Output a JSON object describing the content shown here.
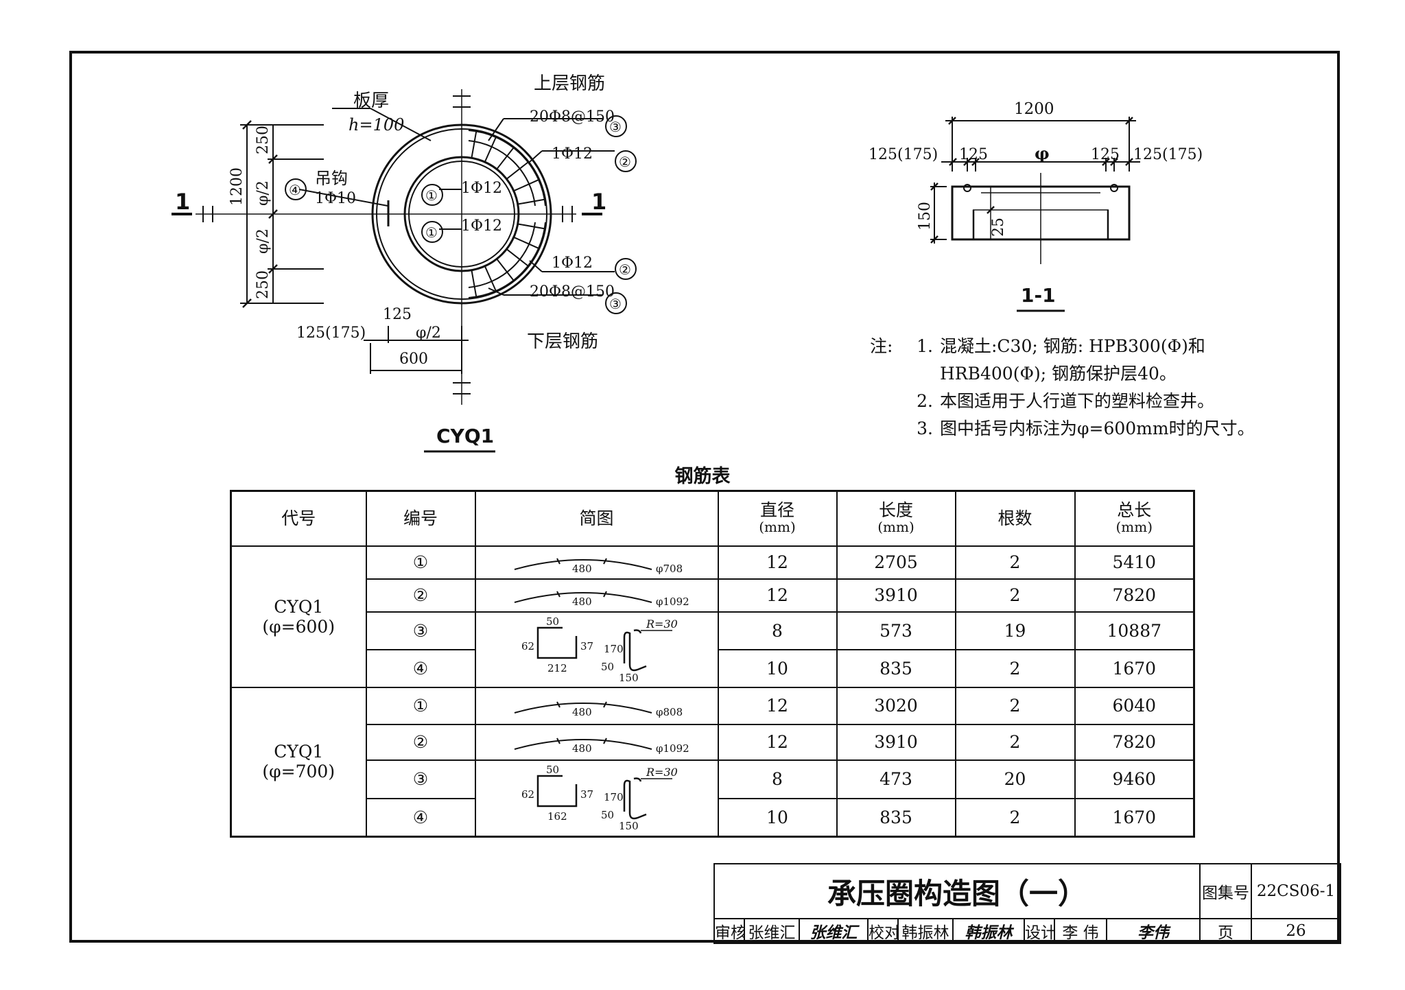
{
  "plan": {
    "dim_1200": "1200",
    "dim_250_top": "250",
    "dim_phi2_a": "φ/2",
    "dim_phi2_b": "φ/2",
    "dim_250_bot": "250",
    "label_slab": "板厚",
    "label_slab_h": "h=100",
    "label_upper": "上层钢筋",
    "label_lower": "下层钢筋",
    "label_hook": "吊钩",
    "label_hook_spec": "1Φ10",
    "spec_3_top": "20Φ8@150",
    "spec_2_top": "1Φ12",
    "spec_1_top": "1Φ12",
    "spec_1_bot": "1Φ12",
    "spec_2_bot": "1Φ12",
    "spec_3_bot": "20Φ8@150",
    "c1": "①",
    "c2": "②",
    "c3": "③",
    "c4": "④",
    "sec_left": "1",
    "sec_right": "1",
    "dim_125": "125",
    "dim_125_175": "125(175)",
    "dim_phi2_h": "φ/2",
    "dim_600": "600",
    "caption": "CYQ1"
  },
  "section": {
    "dim_1200": "1200",
    "dim_left": "125(175)",
    "dim_125a": "125",
    "dim_phi": "φ",
    "dim_125b": "125",
    "dim_right": "125(175)",
    "dim_150": "150",
    "dim_25": "25",
    "caption": "1-1"
  },
  "notes": {
    "lead": "注:",
    "items": [
      {
        "num": "1.",
        "text": "混凝土:C30; 钢筋: HPB300(Φ)和"
      },
      {
        "num": "",
        "text": "HRB400(Φ); 钢筋保护层40。"
      },
      {
        "num": "2.",
        "text": "本图适用于人行道下的塑料检查井。"
      },
      {
        "num": "3.",
        "text": "图中括号内标注为φ=600mm时的尺寸。"
      }
    ]
  },
  "table": {
    "title": "钢筋表",
    "headers": {
      "code": "代号",
      "num": "编号",
      "sketch": "简图",
      "dia": "直径",
      "dia_unit": "(mm)",
      "len": "长度",
      "len_unit": "(mm)",
      "count": "根数",
      "total": "总长",
      "total_unit": "(mm)"
    },
    "groups": [
      {
        "code": "CYQ1",
        "code_sub": "(φ=600)",
        "rows": [
          {
            "num": "①",
            "arc_len": "480",
            "arc_dia": "φ708",
            "dia": "12",
            "len": "2705",
            "count": "2",
            "total": "5410"
          },
          {
            "num": "②",
            "arc_len": "480",
            "arc_dia": "φ1092",
            "dia": "12",
            "len": "3910",
            "count": "2",
            "total": "7820"
          },
          {
            "num": "③",
            "dia": "8",
            "len": "573",
            "count": "19",
            "total": "10887"
          },
          {
            "num": "④",
            "dia": "10",
            "len": "835",
            "count": "2",
            "total": "1670"
          }
        ],
        "stirrup": {
          "top": "50",
          "left": "62",
          "right": "37",
          "bottom": "212"
        },
        "hook": {
          "r": "R=30",
          "h": "170",
          "left": "50",
          "bottom": "150"
        }
      },
      {
        "code": "CYQ1",
        "code_sub": "(φ=700)",
        "rows": [
          {
            "num": "①",
            "arc_len": "480",
            "arc_dia": "φ808",
            "dia": "12",
            "len": "3020",
            "count": "2",
            "total": "6040"
          },
          {
            "num": "②",
            "arc_len": "480",
            "arc_dia": "φ1092",
            "dia": "12",
            "len": "3910",
            "count": "2",
            "total": "7820"
          },
          {
            "num": "③",
            "dia": "8",
            "len": "473",
            "count": "20",
            "total": "9460"
          },
          {
            "num": "④",
            "dia": "10",
            "len": "835",
            "count": "2",
            "total": "1670"
          }
        ],
        "stirrup": {
          "top": "50",
          "left": "62",
          "right": "37",
          "bottom": "162"
        },
        "hook": {
          "r": "R=30",
          "h": "170",
          "left": "50",
          "bottom": "150"
        }
      }
    ]
  },
  "titleblock": {
    "title": "承压圈构造图（一）",
    "atlas_label": "图集号",
    "atlas_value": "22CS06-1",
    "review_label": "审核",
    "review_name": "张维汇",
    "review_sig": "张维汇",
    "check_label": "校对",
    "check_name": "韩振林",
    "check_sig": "韩振林",
    "design_label": "设计",
    "design_name": "李 伟",
    "design_sig": "李伟",
    "page_label": "页",
    "page_value": "26"
  }
}
